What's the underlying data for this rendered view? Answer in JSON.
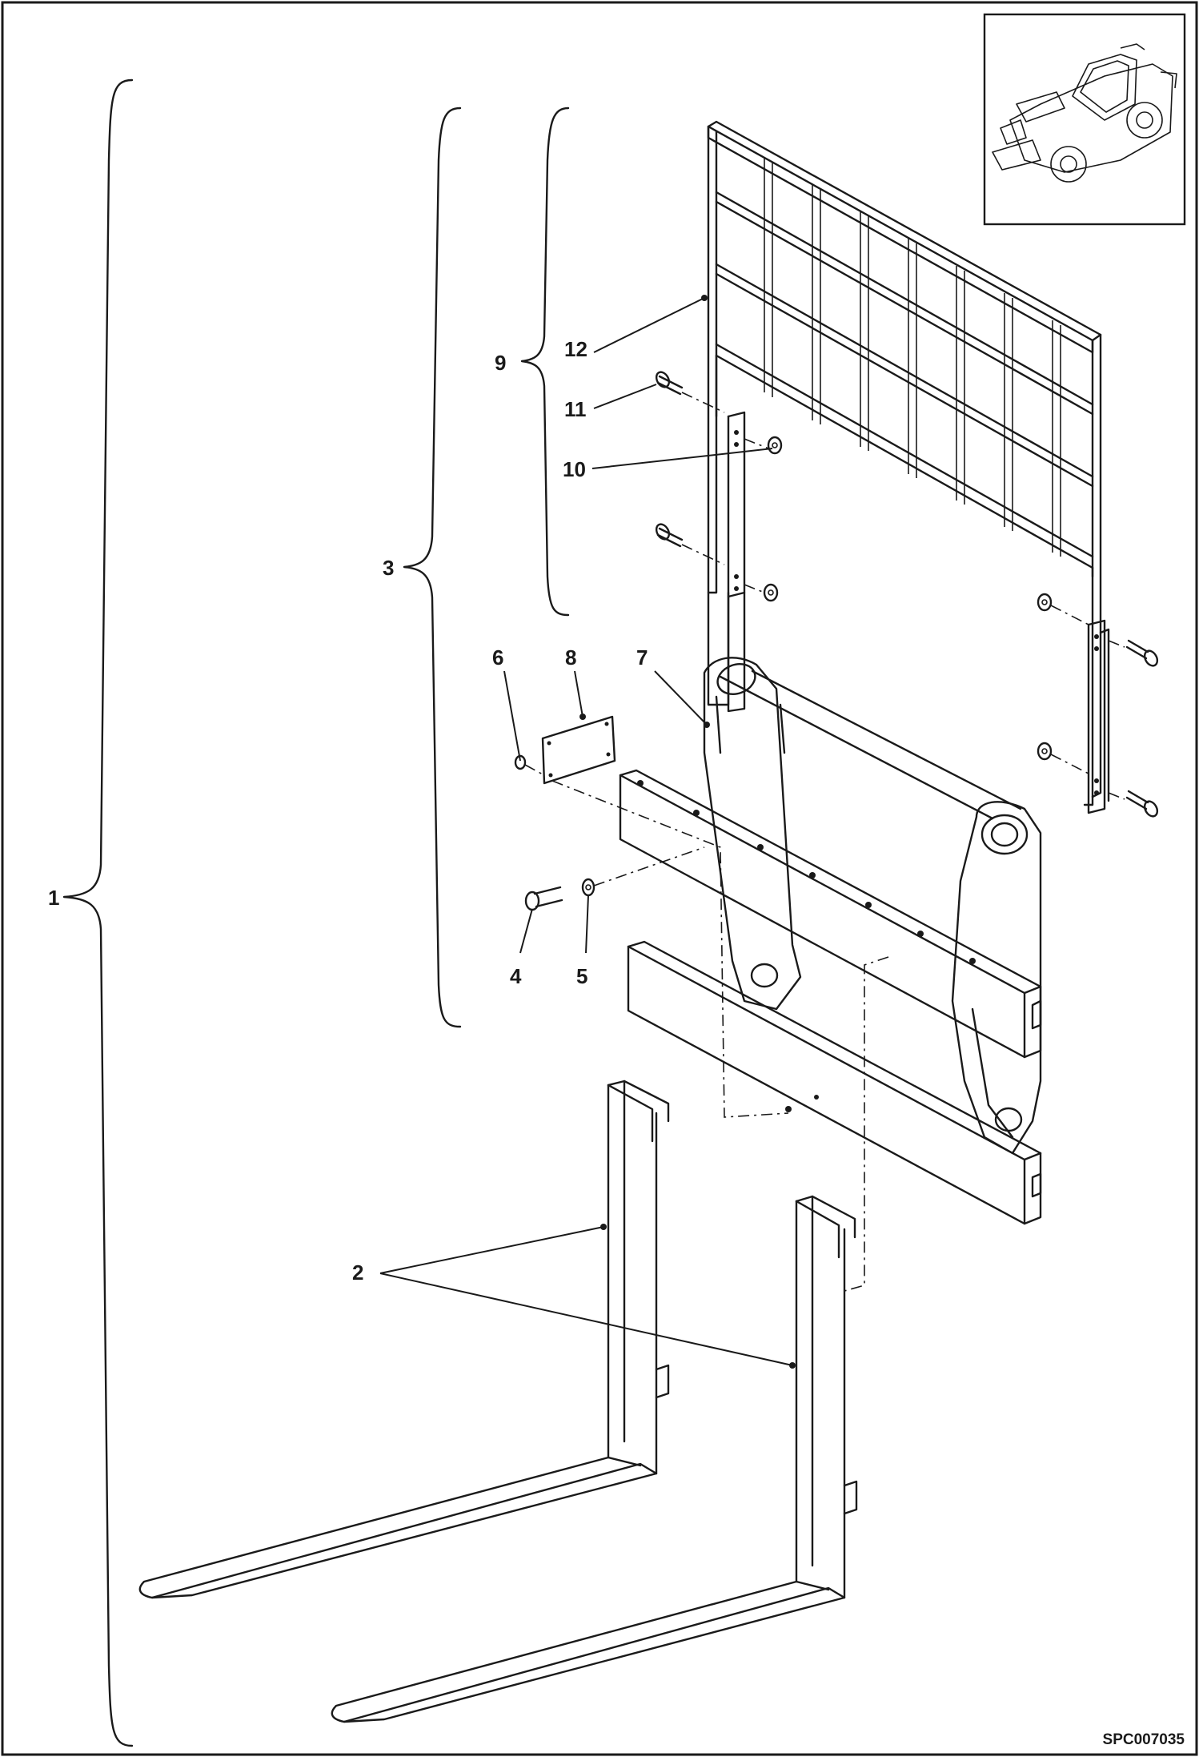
{
  "callouts": {
    "c1": "1",
    "c2": "2",
    "c3": "3",
    "c4": "4",
    "c5": "5",
    "c6": "6",
    "c7": "7",
    "c8": "8",
    "c9": "9",
    "c10": "10",
    "c11": "11",
    "c12": "12"
  },
  "figure_code": "SPC007035",
  "thumbnail": {
    "icon": "telehandler-icon"
  }
}
